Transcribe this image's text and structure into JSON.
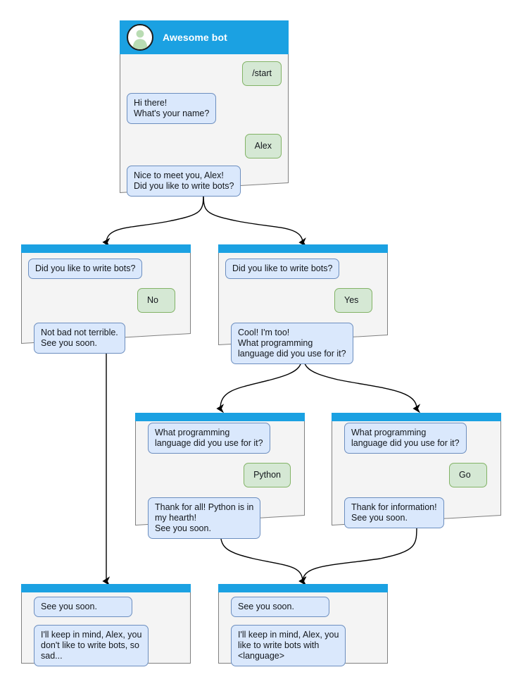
{
  "diagram": {
    "title": "Awesome bot conversation flow",
    "colors": {
      "header_blue": "#1ba1e2",
      "card_background": "#f4f4f4",
      "card_border": "#808080",
      "bot_bubble_fill": "#dae8fc",
      "bot_bubble_border": "#6c8ebf",
      "user_bubble_fill": "#d5e8d4",
      "user_bubble_border": "#82b366",
      "edge_stroke": "#000000",
      "canvas": "#ffffff"
    }
  },
  "cards": {
    "start": {
      "id": "start",
      "header_title": "Awesome bot",
      "avatar_icon": "person-avatar-icon",
      "messages": [
        {
          "side": "user",
          "text": "/start"
        },
        {
          "side": "bot",
          "text": "Hi there!\nWhat's your name?"
        },
        {
          "side": "user",
          "text": "Alex"
        },
        {
          "side": "bot",
          "text": "Nice to meet you, Alex!\nDid you like to write bots?"
        }
      ]
    },
    "answer_no": {
      "id": "answer-no",
      "messages": [
        {
          "side": "bot",
          "text": "Did you like to write bots?"
        },
        {
          "side": "user",
          "text": "No"
        },
        {
          "side": "bot",
          "text": "Not bad not terrible.\nSee you soon."
        }
      ]
    },
    "answer_yes": {
      "id": "answer-yes",
      "messages": [
        {
          "side": "bot",
          "text": "Did you like to write bots?"
        },
        {
          "side": "user",
          "text": "Yes"
        },
        {
          "side": "bot",
          "text": "Cool! I'm too!\nWhat programming\nlanguage did you use for it?"
        }
      ]
    },
    "language_python": {
      "id": "language-python",
      "messages": [
        {
          "side": "bot",
          "text": "What programming\nlanguage did you use for it?"
        },
        {
          "side": "user",
          "text": "Python"
        },
        {
          "side": "bot",
          "text": "Thank for all! Python is in\nmy hearth!\nSee you soon."
        }
      ]
    },
    "language_go": {
      "id": "language-go",
      "messages": [
        {
          "side": "bot",
          "text": "What programming\nlanguage did you use for it?"
        },
        {
          "side": "user",
          "text": "Go"
        },
        {
          "side": "bot",
          "text": "Thank for information!\nSee you soon."
        }
      ]
    },
    "end_sad": {
      "id": "end-sad",
      "messages": [
        {
          "side": "bot",
          "text": "See you soon."
        },
        {
          "side": "bot",
          "text": "I'll keep in mind, Alex, you\ndon't like to write bots, so\nsad..."
        }
      ]
    },
    "end_happy": {
      "id": "end-happy",
      "messages": [
        {
          "side": "bot",
          "text": "See you soon."
        },
        {
          "side": "bot",
          "text": "I'll keep in mind, Alex, you\nlike to write bots with\n<language>"
        }
      ]
    }
  },
  "edges": [
    {
      "from": "start",
      "to": "answer-no",
      "style": "curved-arrow"
    },
    {
      "from": "start",
      "to": "answer-yes",
      "style": "curved-arrow"
    },
    {
      "from": "answer-no",
      "to": "end-sad",
      "style": "straight-arrow"
    },
    {
      "from": "answer-yes",
      "to": "language-python",
      "style": "curved-arrow"
    },
    {
      "from": "answer-yes",
      "to": "language-go",
      "style": "curved-arrow"
    },
    {
      "from": "language-python",
      "to": "end-happy",
      "style": "curved-arrow"
    },
    {
      "from": "language-go",
      "to": "end-happy",
      "style": "curved-arrow"
    }
  ]
}
